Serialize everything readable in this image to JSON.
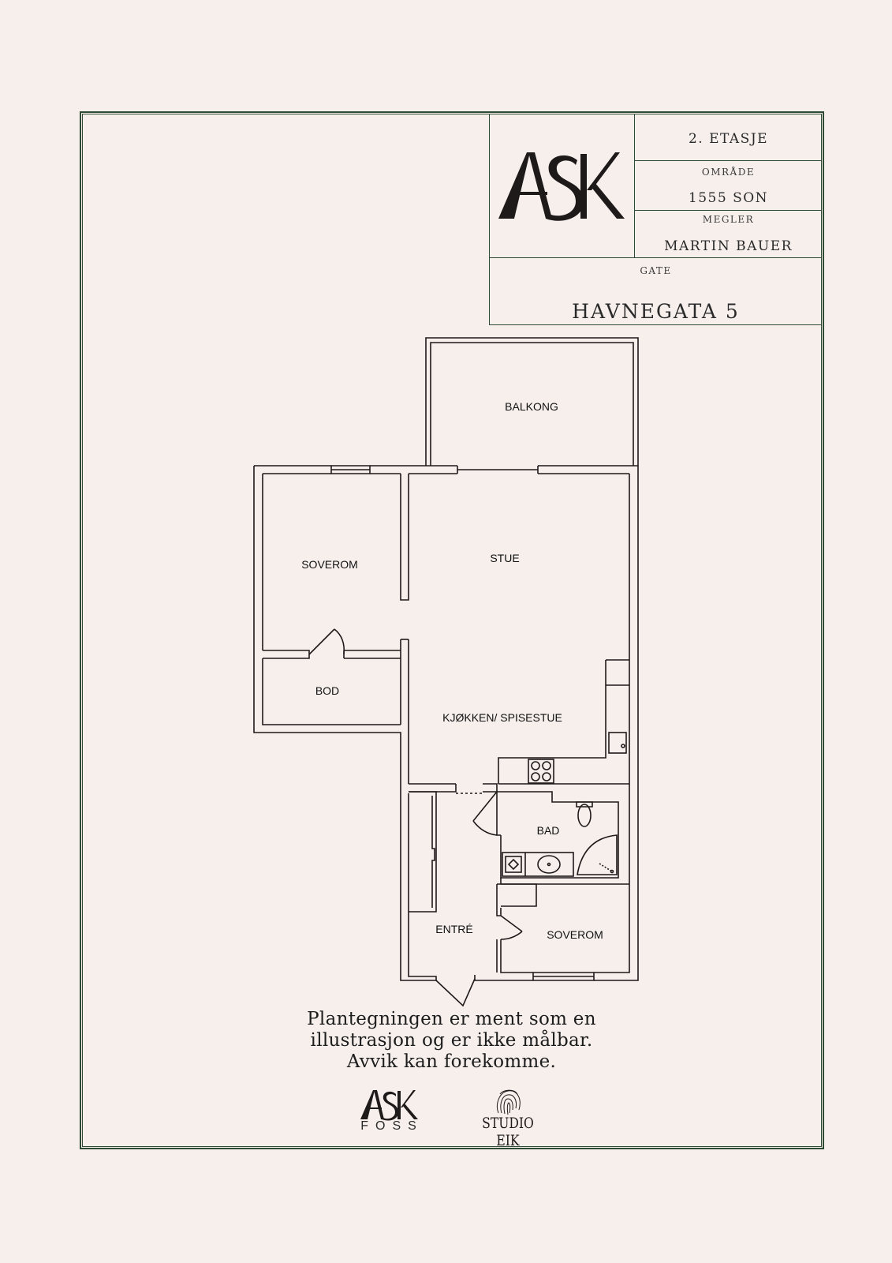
{
  "title_block": {
    "logo_text": "ASK",
    "floor": "2. ETASJE",
    "area_label": "OMRÅDE",
    "area_value": "1555 SON",
    "broker_label": "MEGLER",
    "broker_value": "MARTIN BAUER",
    "street_label": "GATE",
    "street_value": "HAVNEGATA 5"
  },
  "rooms": {
    "balkong": "BALKONG",
    "soverom_1": "SOVEROM",
    "stue": "STUE",
    "bod": "BOD",
    "kjokken": "KJØKKEN/ SPISESTUE",
    "bad": "BAD",
    "entre": "ENTRÉ",
    "soverom_2": "SOVEROM"
  },
  "disclaimer": {
    "line1": "Plantegningen er ment som en",
    "line2": "illustrasjon og er ikke målbar.",
    "line3": "Avvik kan forekomme."
  },
  "footer_logos": {
    "ask_main": "ASK",
    "ask_sub": "FOSS",
    "studio": "STUDIO EIK"
  },
  "colors": {
    "background": "#f6efec",
    "frame": "#2f4a35",
    "ink": "#1f1a1a"
  }
}
